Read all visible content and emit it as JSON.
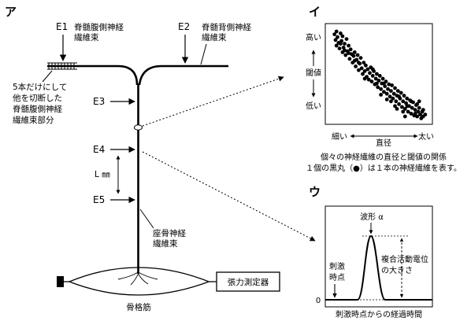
{
  "panel_a": {
    "letter": "ア",
    "e1": "E1",
    "e2": "E2",
    "e3": "E3",
    "e4": "E4",
    "e5": "E5",
    "ventral_fiber": [
      "脊髄腹側神経",
      "繊維束"
    ],
    "dorsal_fiber": [
      "脊髄背側神経",
      "繊維束"
    ],
    "cut_note": [
      "5本だけにして",
      "他を切断した",
      "脊髄腹側神経",
      "繊維束部分"
    ],
    "sciatic_fiber": [
      "座骨神経",
      "繊維束"
    ],
    "distance": "L ㎜",
    "muscle": "骨格筋",
    "tension_meter": "張力測定器"
  },
  "panel_i": {
    "letter": "イ",
    "y_high": "高い",
    "y_label": "閾値",
    "y_low": "低い",
    "x_thin": "細い",
    "x_label": "直径",
    "x_thick": "太い",
    "caption": [
      "個々の神経繊維の直径と閾値の関係",
      "１個の黒丸（●）は１本の神経繊維を表す。"
    ]
  },
  "panel_u": {
    "letter": "ウ",
    "waveform": "波形 α",
    "stim_point": [
      "刺激",
      "時点"
    ],
    "amplitude": [
      "複合活動電位",
      "の大きさ"
    ],
    "zero": "0",
    "x_label": "刺激時点からの経過時間"
  },
  "scatter": {
    "trend": "negative",
    "points": [
      [
        0.06,
        0.08
      ],
      [
        0.07,
        0.14
      ],
      [
        0.08,
        0.2
      ],
      [
        0.09,
        0.11
      ],
      [
        0.1,
        0.17
      ],
      [
        0.11,
        0.23
      ],
      [
        0.12,
        0.07
      ],
      [
        0.13,
        0.15
      ],
      [
        0.14,
        0.27
      ],
      [
        0.14,
        0.1
      ],
      [
        0.15,
        0.22
      ],
      [
        0.16,
        0.18
      ],
      [
        0.17,
        0.3
      ],
      [
        0.18,
        0.13
      ],
      [
        0.19,
        0.26
      ],
      [
        0.2,
        0.2
      ],
      [
        0.21,
        0.34
      ],
      [
        0.22,
        0.24
      ],
      [
        0.23,
        0.29
      ],
      [
        0.24,
        0.38
      ],
      [
        0.25,
        0.31
      ],
      [
        0.26,
        0.27
      ],
      [
        0.27,
        0.42
      ],
      [
        0.28,
        0.35
      ],
      [
        0.29,
        0.3
      ],
      [
        0.3,
        0.46
      ],
      [
        0.31,
        0.39
      ],
      [
        0.32,
        0.33
      ],
      [
        0.33,
        0.44
      ],
      [
        0.34,
        0.5
      ],
      [
        0.35,
        0.38
      ],
      [
        0.36,
        0.47
      ],
      [
        0.37,
        0.41
      ],
      [
        0.38,
        0.53
      ],
      [
        0.39,
        0.45
      ],
      [
        0.4,
        0.56
      ],
      [
        0.41,
        0.49
      ],
      [
        0.42,
        0.43
      ],
      [
        0.43,
        0.58
      ],
      [
        0.44,
        0.52
      ],
      [
        0.45,
        0.47
      ],
      [
        0.46,
        0.61
      ],
      [
        0.47,
        0.55
      ],
      [
        0.48,
        0.5
      ],
      [
        0.49,
        0.64
      ],
      [
        0.5,
        0.57
      ],
      [
        0.51,
        0.52
      ],
      [
        0.52,
        0.66
      ],
      [
        0.53,
        0.6
      ],
      [
        0.54,
        0.55
      ],
      [
        0.55,
        0.69
      ],
      [
        0.56,
        0.63
      ],
      [
        0.57,
        0.58
      ],
      [
        0.58,
        0.71
      ],
      [
        0.59,
        0.66
      ],
      [
        0.6,
        0.61
      ],
      [
        0.61,
        0.74
      ],
      [
        0.62,
        0.68
      ],
      [
        0.63,
        0.62
      ],
      [
        0.64,
        0.76
      ],
      [
        0.65,
        0.71
      ],
      [
        0.66,
        0.65
      ],
      [
        0.67,
        0.79
      ],
      [
        0.68,
        0.73
      ],
      [
        0.69,
        0.68
      ],
      [
        0.7,
        0.82
      ],
      [
        0.71,
        0.76
      ],
      [
        0.72,
        0.7
      ],
      [
        0.73,
        0.85
      ],
      [
        0.74,
        0.79
      ],
      [
        0.75,
        0.73
      ],
      [
        0.76,
        0.87
      ],
      [
        0.77,
        0.81
      ],
      [
        0.78,
        0.76
      ],
      [
        0.79,
        0.9
      ],
      [
        0.8,
        0.84
      ],
      [
        0.81,
        0.78
      ],
      [
        0.82,
        0.92
      ],
      [
        0.83,
        0.86
      ],
      [
        0.84,
        0.8
      ],
      [
        0.85,
        0.94
      ],
      [
        0.86,
        0.88
      ],
      [
        0.87,
        0.83
      ],
      [
        0.88,
        0.95
      ],
      [
        0.89,
        0.9
      ],
      [
        0.9,
        0.86
      ],
      [
        0.91,
        0.93
      ],
      [
        0.92,
        0.97
      ],
      [
        0.93,
        0.9
      ],
      [
        0.94,
        0.95
      ],
      [
        0.62,
        0.79
      ],
      [
        0.66,
        0.84
      ],
      [
        0.7,
        0.74
      ],
      [
        0.74,
        0.9
      ],
      [
        0.78,
        0.84
      ],
      [
        0.82,
        0.79
      ],
      [
        0.86,
        0.92
      ],
      [
        0.88,
        0.82
      ],
      [
        0.58,
        0.77
      ],
      [
        0.55,
        0.6
      ],
      [
        0.48,
        0.6
      ],
      [
        0.44,
        0.45
      ],
      [
        0.36,
        0.55
      ],
      [
        0.3,
        0.38
      ],
      [
        0.26,
        0.36
      ],
      [
        0.2,
        0.28
      ],
      [
        0.16,
        0.25
      ],
      [
        0.12,
        0.18
      ],
      [
        0.08,
        0.05
      ],
      [
        0.52,
        0.72
      ],
      [
        0.68,
        0.87
      ],
      [
        0.76,
        0.95
      ],
      [
        0.9,
        0.79
      ],
      [
        0.94,
        0.88
      ],
      [
        0.96,
        0.93
      ]
    ]
  }
}
